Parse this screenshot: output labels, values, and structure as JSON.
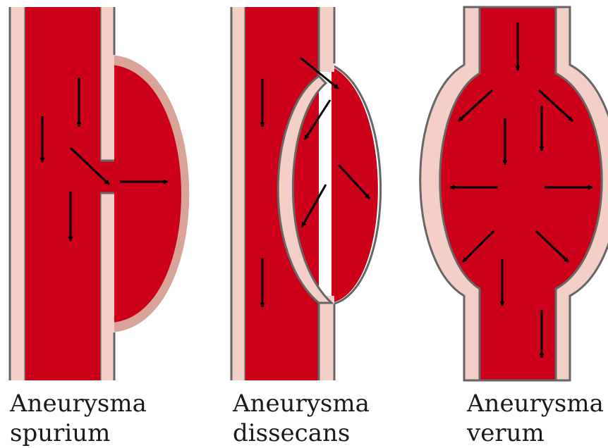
{
  "colors": {
    "blood": "#cc0018",
    "wall": "#f4cfc8",
    "wall_outline": "#666666",
    "hematoma_wall": "#d9a397",
    "arrow": "#000000"
  },
  "panels": [
    {
      "id": "spurium",
      "title_line1": "Aneurysma",
      "title_line2": "spurium"
    },
    {
      "id": "dissecans",
      "title_line1": "Aneurysma",
      "title_line2": "dissecans"
    },
    {
      "id": "verum",
      "title_line1": "Aneurysma",
      "title_line2": "verum"
    }
  ]
}
